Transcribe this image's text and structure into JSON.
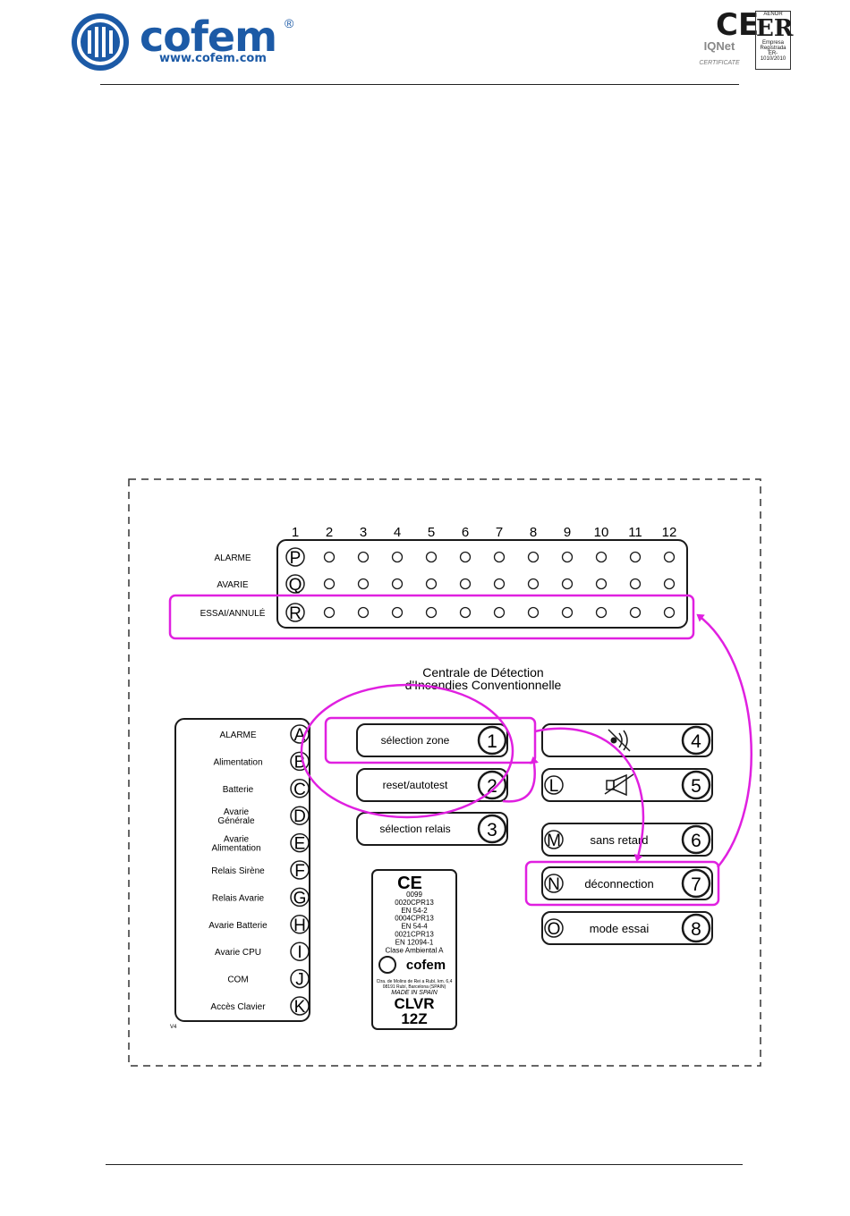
{
  "header": {
    "brand": "cofem",
    "registered": "®",
    "url": "www.cofem.com",
    "cert_ce": "CE",
    "cert_iqnet": "IQNet",
    "cert_iqnet_sub": "CERTIFICATE",
    "cert_aenor": "AENOR",
    "cert_er": "ER",
    "cert_er_sub1": "Empresa",
    "cert_er_sub2": "Registrada",
    "cert_er_code": "ER-1010/2010"
  },
  "panel": {
    "title_line1": "Centrale de Détection",
    "title_line2": "d'Incendies Conventionnelle",
    "zone_numbers": [
      "1",
      "2",
      "3",
      "4",
      "5",
      "6",
      "7",
      "8",
      "9",
      "10",
      "11",
      "12"
    ],
    "zone_rows": [
      {
        "label": "ALARME",
        "letter": "P"
      },
      {
        "label": "AVARIE",
        "letter": "Q"
      },
      {
        "label": "ESSAI/ANNULÉ",
        "letter": "R"
      }
    ],
    "status_leds": [
      {
        "label": "ALARME",
        "letter": "A"
      },
      {
        "label": "Alimentation",
        "letter": "B"
      },
      {
        "label": "Batterie",
        "letter": "C"
      },
      {
        "label": "Avarie\nGénérale",
        "letter": "D"
      },
      {
        "label": "Avarie\nAlimentation",
        "letter": "E"
      },
      {
        "label": "Relais Sirène",
        "letter": "F"
      },
      {
        "label": "Relais Avarie",
        "letter": "G"
      },
      {
        "label": "Avarie Batterie",
        "letter": "H"
      },
      {
        "label": "Avarie CPU",
        "letter": "I"
      },
      {
        "label": "COM",
        "letter": "J"
      },
      {
        "label": "Accès Clavier",
        "letter": "K"
      }
    ],
    "version": "V4",
    "left_buttons": [
      {
        "label": "sélection zone",
        "number": "1"
      },
      {
        "label": "reset/autotest",
        "number": "2"
      },
      {
        "label": "sélection relais",
        "number": "3"
      }
    ],
    "right_buttons": [
      {
        "letter": "",
        "label": "",
        "icon": "buzzer-silence-icon",
        "number": "4"
      },
      {
        "letter": "L",
        "label": "",
        "icon": "siren-silence-icon",
        "number": "5"
      },
      {
        "letter": "M",
        "label": "sans retard",
        "icon": "",
        "number": "6"
      },
      {
        "letter": "N",
        "label": "déconnection",
        "icon": "",
        "number": "7"
      },
      {
        "letter": "O",
        "label": "mode essai",
        "icon": "",
        "number": "8"
      }
    ],
    "product_label": {
      "ce": "CE",
      "lines": [
        "0099",
        "0020CPR13",
        "EN 54-2",
        "0004CPR13",
        "EN 54-4",
        "0021CPR13",
        "EN 12094-1",
        "Clase Ambiental A"
      ],
      "brand": "cofem",
      "address_line1": "Ctra. de Molins de Rei a Rubí, km. 6,4",
      "address_line2": "08191 Rubí, Barcelona (SPAIN)",
      "made_in": "MADE IN SPAIN",
      "model_line1": "CLVR",
      "model_line2": "12Z"
    }
  },
  "colors": {
    "brand_blue": "#1c5aa6",
    "highlight": "#e020e0",
    "ink": "#1a1a1a"
  }
}
